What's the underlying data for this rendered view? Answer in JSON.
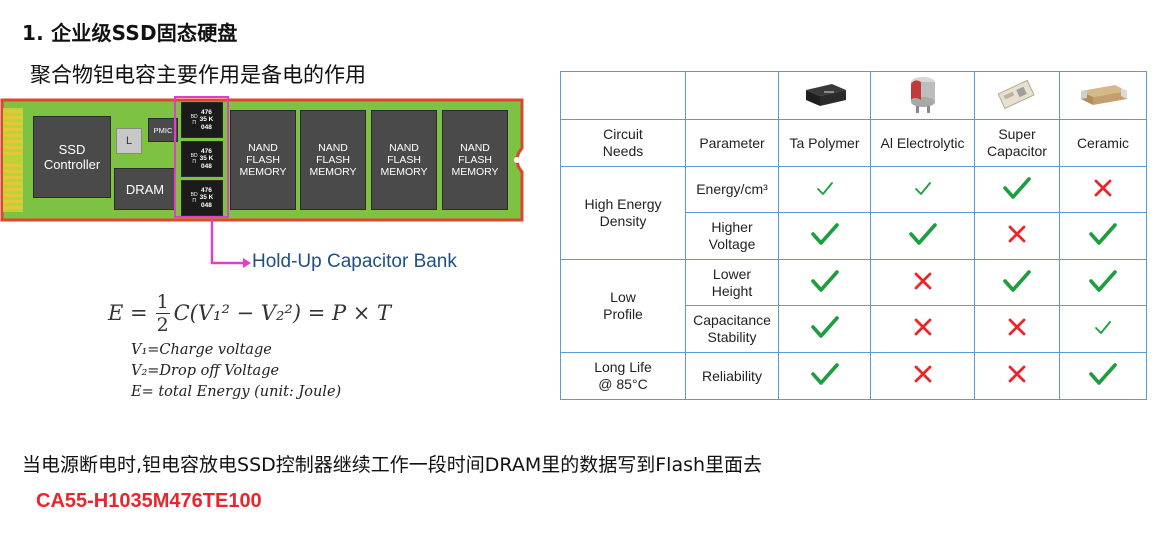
{
  "slide": {
    "title": "1. 企业级SSD固态硬盘",
    "subtitle": "聚合物钽电容主要作用是备电的作用",
    "caption": "当电源断电时,钽电容放电SSD控制器继续工作一段时间DRAM里的数据写到Flash里面去",
    "part_number": "CA55-H1035M476TE100"
  },
  "diagram": {
    "controller_label": "SSD\nController",
    "inductor_label": "L",
    "dram_label": "DRAM",
    "pmic_label": "PMIC",
    "cap_label": "476\n35 K\n048",
    "cap_side": "BD\nΠ",
    "nand_label": "NAND\nFLASH\nMEMORY",
    "bank_label": "Hold-Up Capacitor Bank"
  },
  "formula": {
    "lhs": "E =",
    "num": "1",
    "den": "2",
    "body": "C(V₁² − V₂²) = P × T",
    "legend": [
      "V₁=Charge voltage",
      "V₂=Drop off  Voltage",
      "E= total Energy (unit: Joule)"
    ]
  },
  "table": {
    "header_circuit_needs": "Circuit\nNeeds",
    "header_parameter": "Parameter",
    "capacitor_types": [
      "Ta Polymer",
      "Al Electrolytic",
      "Super\nCapacitor",
      "Ceramic"
    ],
    "groups": [
      {
        "need": "High Energy\nDensity",
        "rows": [
          {
            "parameter": "Energy/cm³",
            "marks": [
              "check-small",
              "check-small",
              "check",
              "cross"
            ]
          },
          {
            "parameter": "Higher\nVoltage",
            "marks": [
              "check",
              "check",
              "cross",
              "check"
            ]
          }
        ]
      },
      {
        "need": "Low\nProfile",
        "rows": [
          {
            "parameter": "Lower\nHeight",
            "marks": [
              "check",
              "cross",
              "check",
              "check"
            ]
          },
          {
            "parameter": "Capacitance\nStability",
            "marks": [
              "check",
              "cross",
              "cross",
              "check-small"
            ]
          }
        ]
      },
      {
        "need": "Long Life\n@ 85°C",
        "rows": [
          {
            "parameter": "Reliability",
            "marks": [
              "check",
              "cross",
              "cross",
              "check"
            ]
          }
        ]
      }
    ]
  },
  "colors": {
    "check": "#1e9e3e",
    "cross": "#e8262b",
    "table_border": "#5b9bd5",
    "pcb_green": "#7dc242",
    "pcb_red": "#e0452e",
    "highlight_magenta": "#e040c8",
    "part_number": "#e8262b"
  }
}
